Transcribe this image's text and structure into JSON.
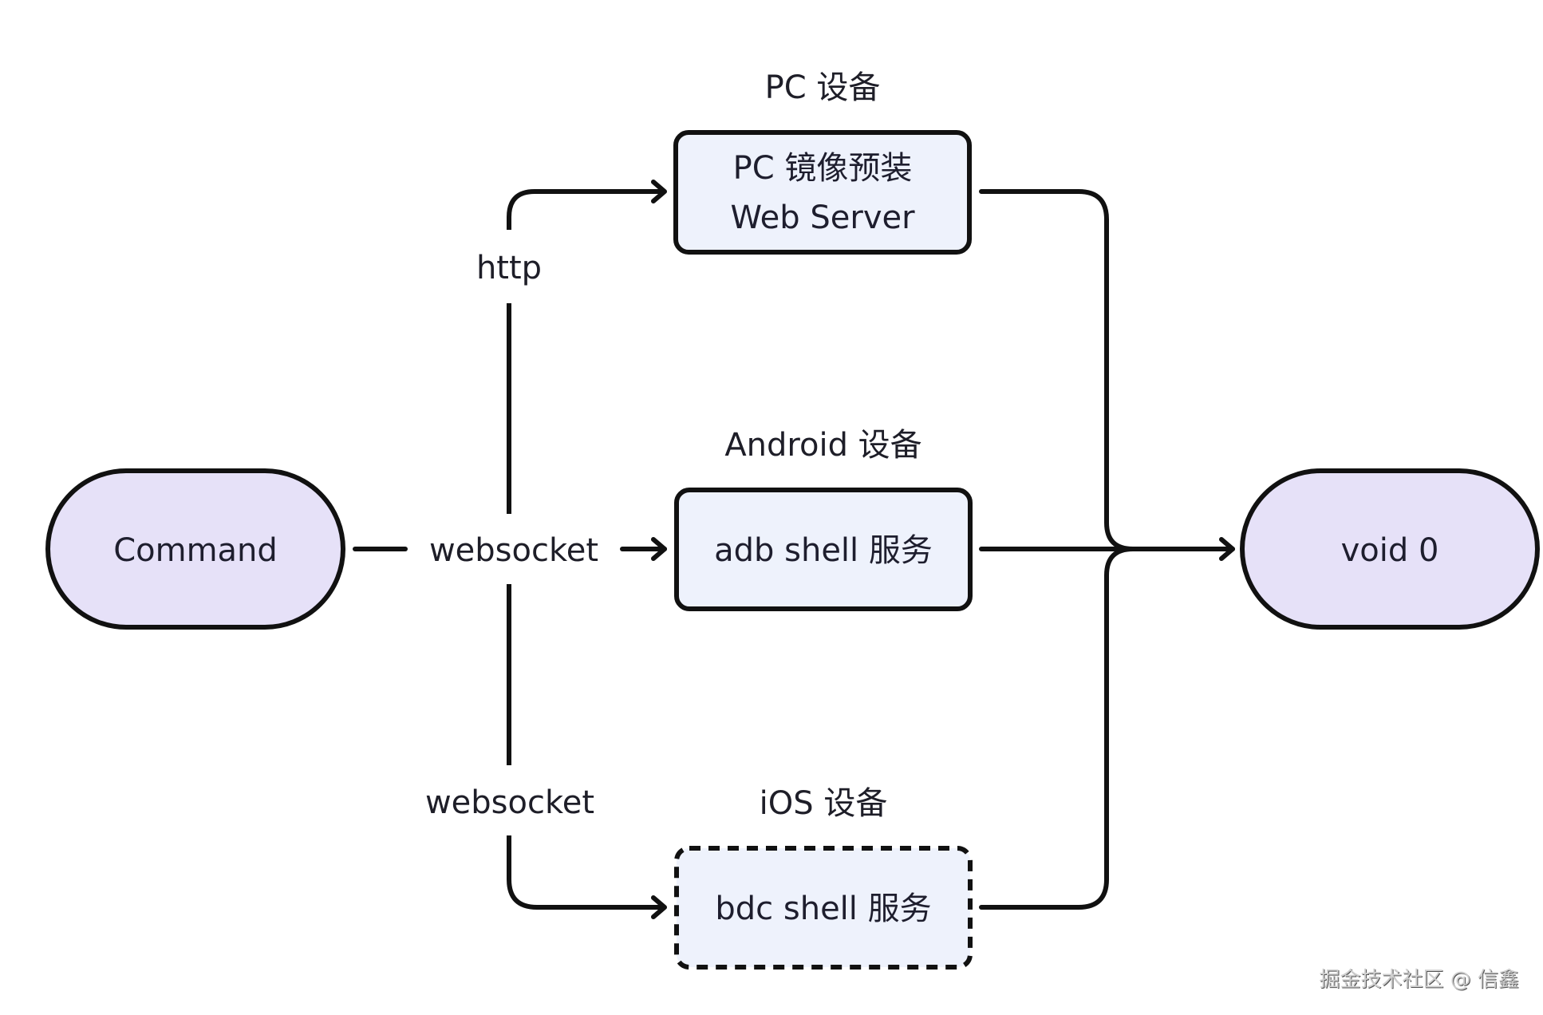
{
  "colors": {
    "pill_fill": "#E6E1F8",
    "box_fill": "#EEF2FC",
    "stroke": "#111111",
    "text": "#1e1e2e"
  },
  "nodes": {
    "command": {
      "label": "Command",
      "shape": "pill"
    },
    "pc": {
      "group_label": "PC 设备",
      "line1": "PC 镜像预装",
      "line2": "Web Server",
      "shape": "rounded-box",
      "border": "solid"
    },
    "android": {
      "group_label": "Android 设备",
      "label": "adb shell 服务",
      "shape": "rounded-box",
      "border": "solid"
    },
    "ios": {
      "group_label": "iOS 设备",
      "label": "bdc shell 服务",
      "shape": "rounded-box",
      "border": "dashed"
    },
    "void": {
      "label": "void 0",
      "shape": "pill"
    }
  },
  "edges": [
    {
      "from": "command",
      "to": "pc",
      "label": "http"
    },
    {
      "from": "command",
      "to": "android",
      "label": "websocket"
    },
    {
      "from": "command",
      "to": "ios",
      "label": "websocket"
    },
    {
      "from": "pc",
      "to": "void",
      "label": ""
    },
    {
      "from": "android",
      "to": "void",
      "label": ""
    },
    {
      "from": "ios",
      "to": "void",
      "label": ""
    }
  ],
  "watermark": "掘金技术社区 @ 信鑫"
}
